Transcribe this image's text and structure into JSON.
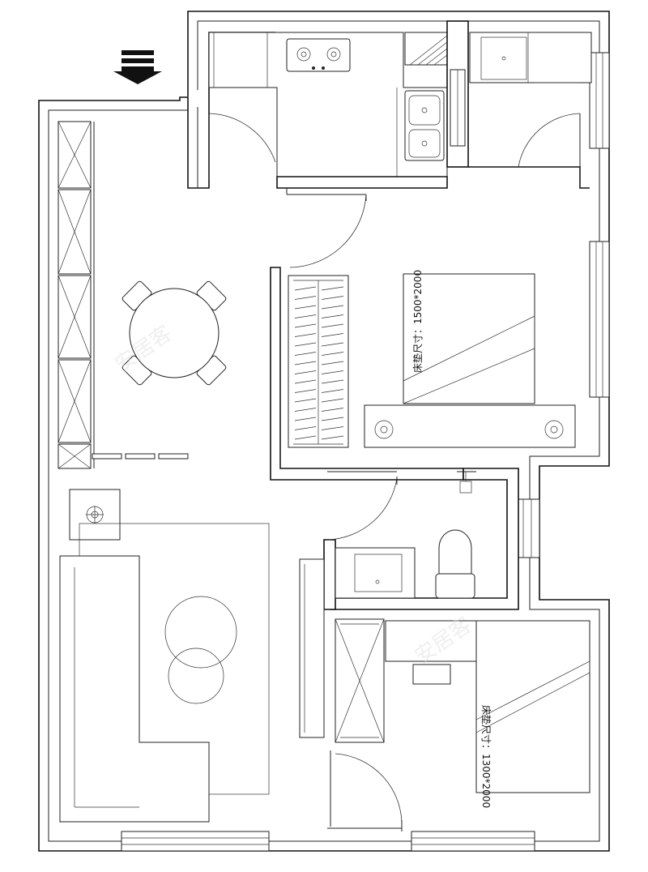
{
  "floorplan": {
    "bedroom1_mattress_label": "床垫尺寸：1500*2000",
    "bedroom2_mattress_label": "床垫尺寸：1300*2000",
    "watermark_text": "安居客"
  }
}
